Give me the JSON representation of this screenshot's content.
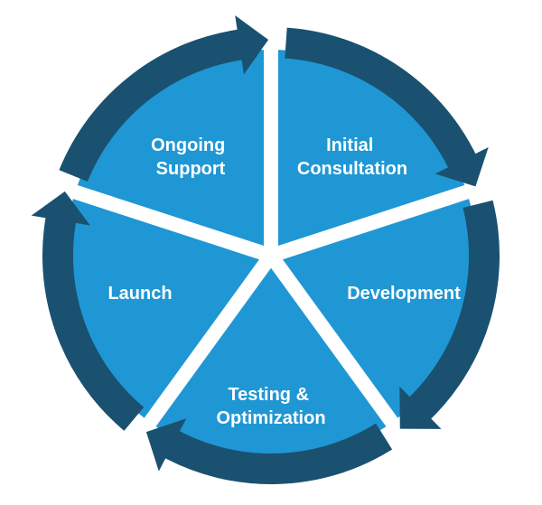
{
  "diagram": {
    "type": "cycle-process",
    "direction": "clockwise",
    "colors": {
      "segment_fill": "#1F97D4",
      "ring": "#1A5170",
      "divider": "#FFFFFF",
      "label_text": "#FFFFFF",
      "background": "#FFFFFF"
    },
    "segments": [
      {
        "label": "Initial Consultation",
        "lines": [
          "Initial",
          "Consultation"
        ]
      },
      {
        "label": "Development",
        "lines": [
          "Development"
        ]
      },
      {
        "label": "Testing & Optimization",
        "lines": [
          "Testing &",
          "Optimization"
        ]
      },
      {
        "label": "Launch",
        "lines": [
          "Launch"
        ]
      },
      {
        "label": "Ongoing Support",
        "lines": [
          "Ongoing",
          "Support"
        ]
      }
    ]
  }
}
